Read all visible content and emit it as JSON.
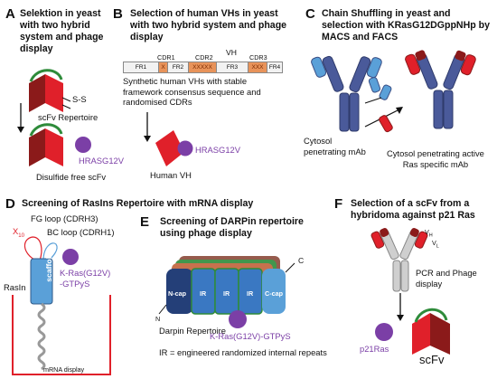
{
  "panels": {
    "A": {
      "letter": "A",
      "title_l1": "Selektion in yeast",
      "title_l2": "with two hybrid",
      "title_l3": "system and phage",
      "title_l4": "display",
      "ss_label": "S-S",
      "repertoire": "scFv Repertoire",
      "target": "HRASG12V",
      "caption": "Disulfide free scFv"
    },
    "B": {
      "letter": "B",
      "title_l1": "Selection of human VHs in yeast",
      "title_l2": "with two hybrid system and phage",
      "title_l3": "display",
      "vh_label": "VH",
      "segments": [
        "FR1",
        "X",
        "FR2",
        "XXXXX",
        "FR3",
        "XXX",
        "FR4"
      ],
      "cdr_labels": [
        "CDR1",
        "CDR2",
        "CDR3"
      ],
      "desc_l1": "Synthetic human VHs with stable",
      "desc_l2": "framework consensus sequence and",
      "desc_l3": "randomised CDRs",
      "target": "HRASG12V",
      "caption": "Human VH"
    },
    "C": {
      "letter": "C",
      "title_l1": "Chain Shuffling in yeast and",
      "title_l2": "selection with KRasG12DGppNHp by",
      "title_l3": "MACS and FACS",
      "left_l1": "Cytosol",
      "left_l2": "penetrating mAb",
      "right_l1": "Cytosol penetrating active",
      "right_l2": "Ras specific mAb"
    },
    "D": {
      "letter": "D",
      "title": "Screening of RasIns Repertoire with mRNA display",
      "fg_loop": "FG loop (CDRH3)",
      "x10": "X",
      "x10_sub": "10",
      "bc_loop": "BC loop (CDRH1)",
      "rasin": "RasIn",
      "scaffold": "scaffold",
      "target_l1": "K-Ras(G12V)",
      "target_l2": "-GTPyS",
      "mrna": "mRNA display"
    },
    "E": {
      "letter": "E",
      "title_l1": "Screening of DARPin repertoire",
      "title_l2": "using phage display",
      "n_label": "N",
      "c_label": "C",
      "modules": [
        "N-cap",
        "IR",
        "IR",
        "IR",
        "C-cap"
      ],
      "repertoire": "Darpin Repertoire",
      "target": "K-Ras(G12V)-GTPyS",
      "footnote": "IR = engineered randomized internal repeats"
    },
    "F": {
      "letter": "F",
      "title_l1": "Selection of a scFv from a",
      "title_l2": "hybridoma against p21 Ras",
      "vh": "V",
      "vh_sub": "H",
      "vl": "V",
      "vl_sub": "L",
      "method_l1": "PCR and Phage",
      "method_l2": "display",
      "target": "p21Ras",
      "product": "scFv"
    }
  },
  "colors": {
    "dark_red": "#8b1a1a",
    "red": "#e0202a",
    "green": "#2e8b3a",
    "purple": "#7b3fa6",
    "blue_antibody": "#4a5a9a",
    "light_blue": "#5aa0d8",
    "darpin_blue": "#3a78c2",
    "cdr_orange": "#e8935a"
  }
}
